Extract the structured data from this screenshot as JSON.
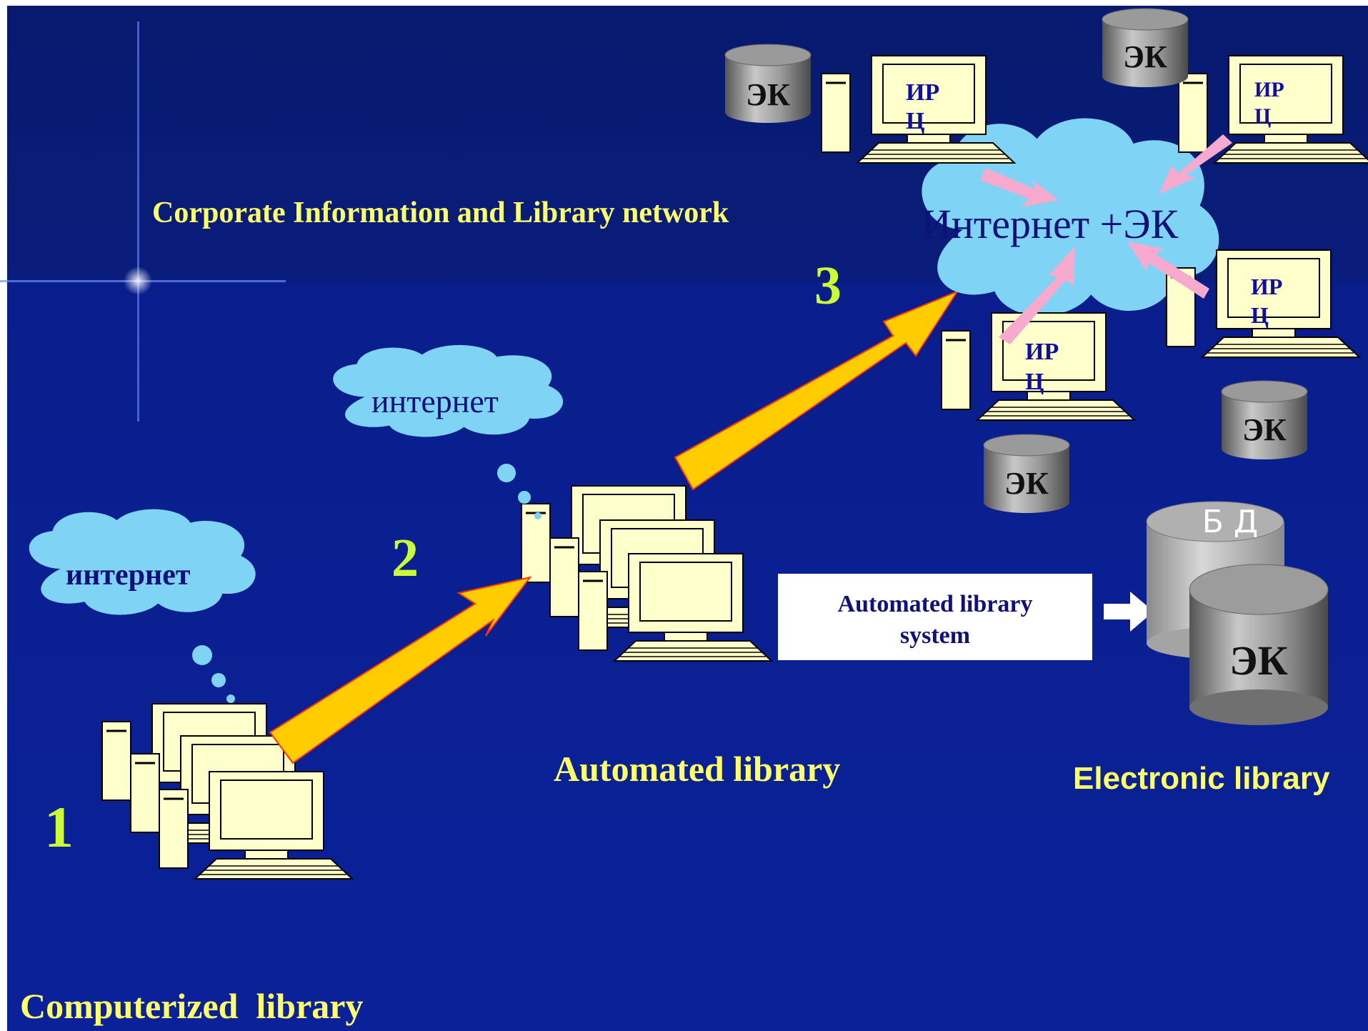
{
  "title": "Corporate Information and Library network",
  "stages": [
    {
      "number": "1",
      "label": "Computerized  library"
    },
    {
      "number": "2",
      "label": "Automated library"
    },
    {
      "number": "3",
      "label": "Electronic library"
    }
  ],
  "clouds": {
    "small_1": "интернет",
    "small_2": "интернет",
    "big": "Интернет +ЭК"
  },
  "als_box": {
    "line1": "Automated library",
    "line2": "system"
  },
  "database": {
    "bd_label": "Б Д",
    "ek_label": "ЭК"
  },
  "network_nodes": {
    "irc_line1": "ИР",
    "irc_line2": "Ц",
    "ek_label": "ЭК"
  },
  "colors": {
    "background": "#0a1e8c",
    "title_yellow": "#ffff66",
    "stage_number": "#ccff33",
    "arrow_fill": "#ffcc00",
    "arrow_stroke": "#ff3300",
    "cloud": "#7fd4f5",
    "pink_arrow": "#f7aace",
    "computer": "#ffffcc"
  }
}
